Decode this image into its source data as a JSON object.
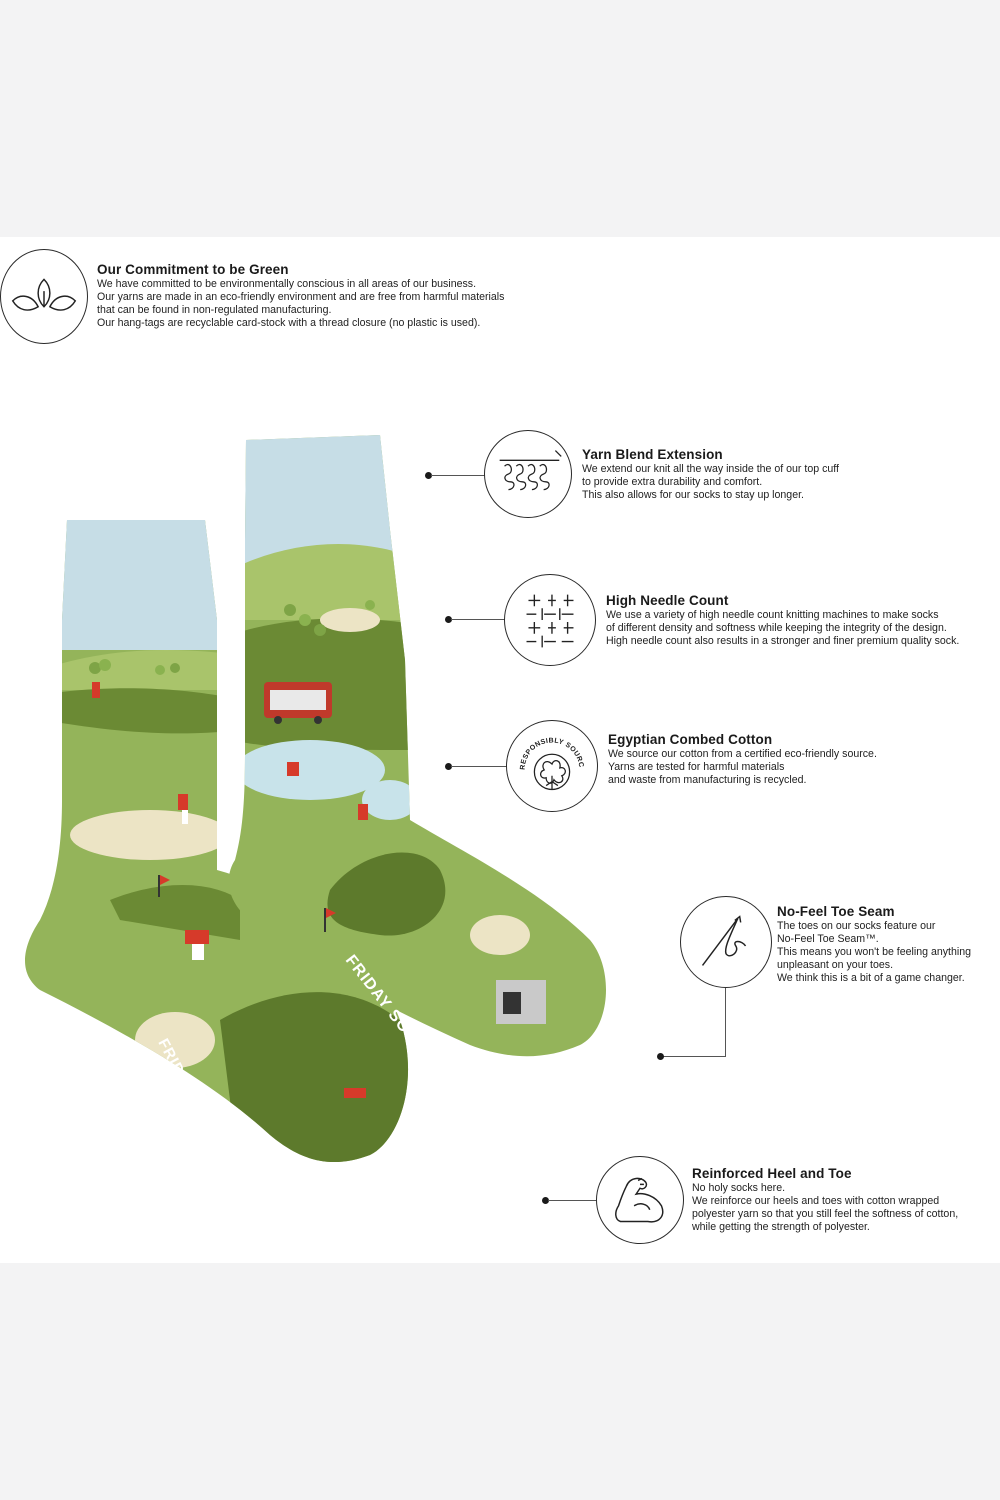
{
  "commitment": {
    "title": "Our Commitment to be Green",
    "lines": [
      "We have committed to be environmentally conscious in all areas of our business.",
      "Our yarns are made in an eco-friendly environment and are free from harmful materials",
      "that can be found in non-regulated manufacturing.",
      "Our hang-tags are recyclable card-stock with a thread closure (no plastic is used)."
    ]
  },
  "features": [
    {
      "title": "Yarn Blend Extension",
      "lines": [
        "We extend our knit all the way inside the of our top cuff",
        "to provide extra durability and comfort.",
        "This also allows for our socks to stay up longer."
      ]
    },
    {
      "title": "High Needle Count",
      "lines": [
        "We use a variety of high needle count knitting machines to make socks",
        "of different density and softness while keeping the integrity of the design.",
        "High needle count also results in a stronger and finer premium quality sock."
      ]
    },
    {
      "title": "Egyptian Combed Cotton",
      "lines": [
        "We source our cotton from a certified eco-friendly source.",
        "Yarns are tested for harmful materials",
        "and waste from manufacturing is recycled."
      ]
    },
    {
      "title": "No-Feel Toe Seam",
      "lines": [
        "The toes on our socks feature our",
        "No-Feel Toe Seam™.",
        "This means you won't be feeling anything",
        "unpleasant on your toes.",
        "We think this is a bit of a game changer."
      ]
    },
    {
      "title": "Reinforced Heel and Toe",
      "lines": [
        "No holy socks here.",
        "We reinforce our heels and toes with cotton wrapped",
        "polyester yarn so that you still feel the softness of cotton,",
        "while getting the strength of polyester."
      ]
    }
  ],
  "badge_text": "RESPONSIBLY SOURCED COTTON",
  "brand_text": "FRIDAY SOCK CO.",
  "colors": {
    "sock_green_light": "#94b45a",
    "sock_green_dark": "#5d7a2c",
    "sock_cuff": "#c6dde6",
    "sand": "#ece4c5",
    "water": "#c8e3ea"
  },
  "icons": [
    "leaves-icon",
    "knit-icon",
    "needle-grid-icon",
    "cotton-badge-icon",
    "needle-thread-icon",
    "flexed-arm-icon"
  ]
}
